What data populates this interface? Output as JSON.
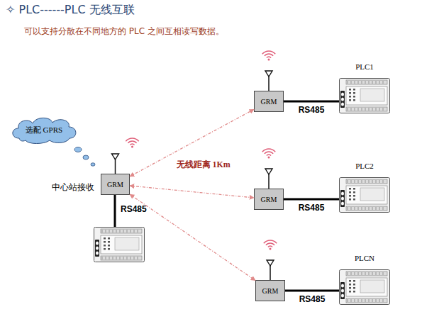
{
  "diagram": {
    "title": "✧ PLC------PLC 无线互联",
    "nodes": [
      {
        "text": [
          "选配 GPRS"
        ]
      },
      {
        "text": [
          "GRM"
        ]
      },
      {
        "text": [
          "GRM"
        ]
      },
      {
        "text": [
          "PLC1"
        ]
      },
      {
        "text": [
          "GRM"
        ]
      },
      {
        "text": [
          "PLC2"
        ]
      },
      {
        "text": [
          "GRM"
        ]
      },
      {
        "text": [
          "PLCN"
        ]
      }
    ],
    "edges": [
      {
        "from": 1,
        "to": 2,
        "arrow": "both"
      },
      {
        "from": 1,
        "to": 4,
        "label": "无线距离 1Km",
        "arrow": "both"
      },
      {
        "from": 1,
        "to": 6,
        "arrow": "both"
      },
      {
        "from": 2,
        "to": 3,
        "label": "RS485",
        "arrow": "none"
      },
      {
        "from": 4,
        "to": 5,
        "label": "RS485",
        "arrow": "none"
      },
      {
        "from": 6,
        "to": 7,
        "label": "RS485",
        "arrow": "none"
      }
    ],
    "labels": [
      "可以支持分散在不同地方的 PLC 之间互相读写数据。",
      "中心站接收",
      "RS485"
    ]
  }
}
